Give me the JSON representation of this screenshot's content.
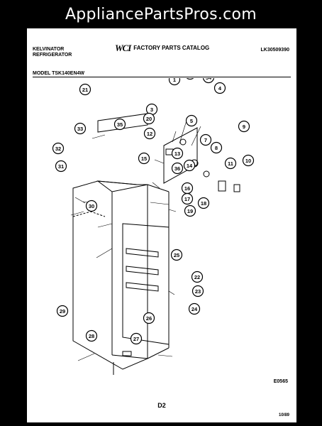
{
  "watermark": "AppliancePartsPros.com",
  "header": {
    "brand_line1": "KELVINATOR",
    "brand_line2": "REFRIGERATOR",
    "logo": "WCI",
    "catalog_title": "FACTORY PARTS CATALOG",
    "doc_number": "LK30509390",
    "model": "MODEL TSK140EN4W"
  },
  "footer": {
    "code": "E0565",
    "page": "D2",
    "date": "10/89"
  },
  "callouts": [
    "1",
    "2",
    "3",
    "4",
    "5",
    "6",
    "7",
    "8",
    "9",
    "10",
    "11",
    "12",
    "13",
    "14",
    "15",
    "16",
    "17",
    "18",
    "19",
    "20",
    "21",
    "22",
    "23",
    "24",
    "25",
    "26",
    "27",
    "28",
    "29",
    "30",
    "31",
    "32",
    "33",
    "34",
    "35",
    "36"
  ]
}
